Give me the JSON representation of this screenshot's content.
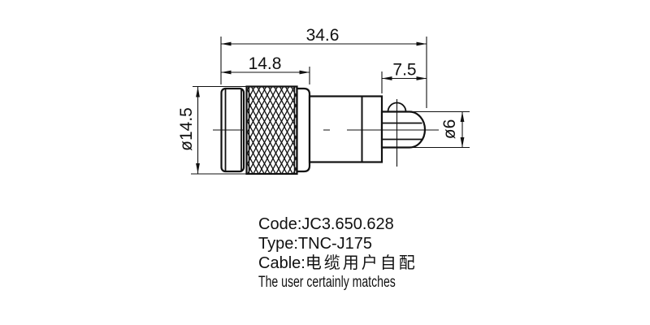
{
  "drawing": {
    "type": "engineering-drawing",
    "part": "TNC coaxial connector side view",
    "dimensions": {
      "overall_length": "34.6",
      "front_length": "14.8",
      "rear_length": "7.5",
      "front_diameter": "ø14.5",
      "rear_diameter": "ø6"
    },
    "colors": {
      "line": "#111111",
      "background": "#ffffff"
    }
  },
  "title_block": {
    "code_line": "Code:JC3.650.628",
    "type_line": "Type:TNC-J175",
    "cable_label": "Cable:",
    "cable_cjk": "电缆用户自配",
    "note_line": "The user certainly matches"
  }
}
